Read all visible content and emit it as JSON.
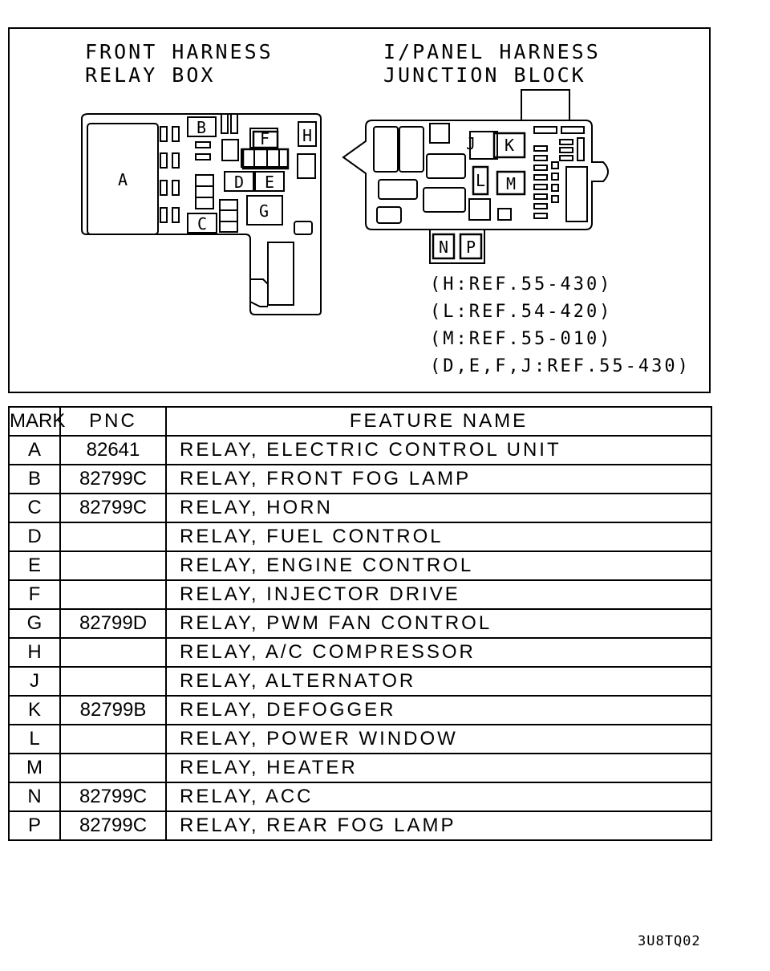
{
  "diagram": {
    "front_title_1": "FRONT HARNESS",
    "front_title_2": "RELAY BOX",
    "ipanel_title_1": "I/PANEL HARNESS",
    "ipanel_title_2": "JUNCTION BLOCK",
    "front_marks": [
      "A",
      "B",
      "C",
      "D",
      "E",
      "F",
      "G",
      "H"
    ],
    "ipanel_marks": [
      "J",
      "K",
      "L",
      "M",
      "N",
      "P"
    ],
    "refs": [
      "(H:REF.55-430)",
      "(L:REF.54-420)",
      "(M:REF.55-010)",
      "(D,E,F,J:REF.55-430)"
    ]
  },
  "table": {
    "headers": {
      "mark": "MARK",
      "pnc": "PNC",
      "name": "FEATURE NAME"
    },
    "rows": [
      {
        "mark": "A",
        "pnc": "82641",
        "name": "RELAY, ELECTRIC CONTROL UNIT"
      },
      {
        "mark": "B",
        "pnc": "82799C",
        "name": "RELAY, FRONT FOG LAMP"
      },
      {
        "mark": "C",
        "pnc": "82799C",
        "name": "RELAY, HORN"
      },
      {
        "mark": "D",
        "pnc": "",
        "name": "RELAY, FUEL CONTROL"
      },
      {
        "mark": "E",
        "pnc": "",
        "name": "RELAY, ENGINE CONTROL"
      },
      {
        "mark": "F",
        "pnc": "",
        "name": "RELAY, INJECTOR DRIVE"
      },
      {
        "mark": "G",
        "pnc": "82799D",
        "name": "RELAY, PWM FAN CONTROL"
      },
      {
        "mark": "H",
        "pnc": "",
        "name": "RELAY, A/C COMPRESSOR"
      },
      {
        "mark": "J",
        "pnc": "",
        "name": "RELAY, ALTERNATOR"
      },
      {
        "mark": "K",
        "pnc": "82799B",
        "name": "RELAY, DEFOGGER"
      },
      {
        "mark": "L",
        "pnc": "",
        "name": "RELAY, POWER WINDOW"
      },
      {
        "mark": "M",
        "pnc": "",
        "name": "RELAY, HEATER"
      },
      {
        "mark": "N",
        "pnc": "82799C",
        "name": "RELAY, ACC"
      },
      {
        "mark": "P",
        "pnc": "82799C",
        "name": "RELAY, REAR FOG LAMP"
      }
    ]
  },
  "illustration_code": "3U8TQ02"
}
